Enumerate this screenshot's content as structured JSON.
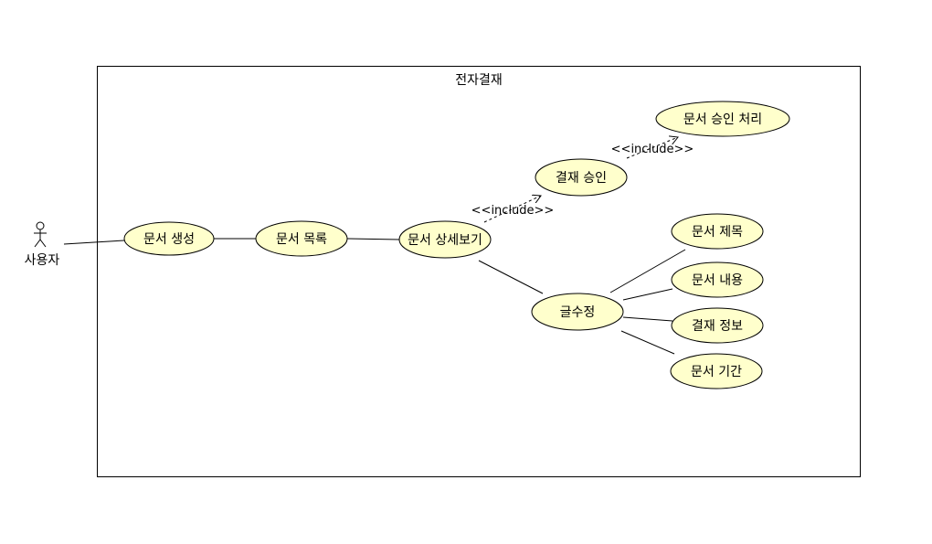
{
  "system": {
    "title": "전자결재"
  },
  "actor": {
    "label": "사용자"
  },
  "use_cases": {
    "create": "문서 생성",
    "list": "문서 목록",
    "detail": "문서 상세보기",
    "approval": "결재 승인",
    "approve_process": "문서 승인 처리",
    "edit": "글수정",
    "title": "문서 제목",
    "content": "문서 내용",
    "approval_info": "결재 정보",
    "period": "문서 기간"
  },
  "stereotypes": {
    "include_detail_approval": "<<include>>",
    "include_approval_process": "<<include>>"
  },
  "colors": {
    "use_case_fill": "#ffffcc",
    "stroke": "#000000"
  }
}
